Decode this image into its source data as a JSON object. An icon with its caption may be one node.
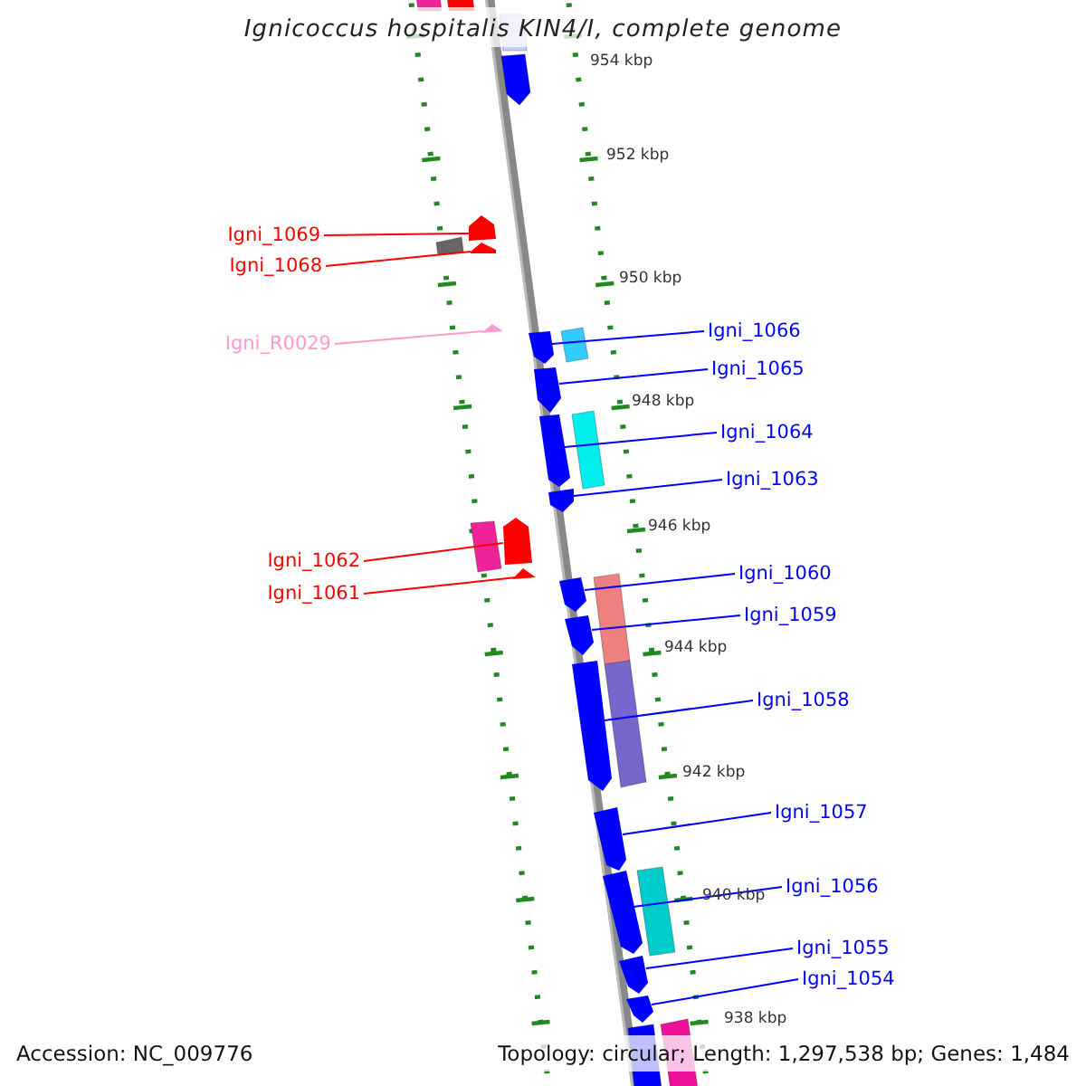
{
  "diagram": {
    "title": "Ignicoccus hospitalis KIN4/I, complete genome",
    "nodes": [
      {
        "text": [
          "Igni_1069"
        ]
      },
      {
        "text": [
          "Igni_1068"
        ]
      },
      {
        "text": [
          "Igni_R0029"
        ]
      },
      {
        "text": [
          "Igni_1062"
        ]
      },
      {
        "text": [
          "Igni_1061"
        ]
      },
      {
        "text": [
          "Igni_1066"
        ]
      },
      {
        "text": [
          "Igni_1065"
        ]
      },
      {
        "text": [
          "Igni_1064"
        ]
      },
      {
        "text": [
          "Igni_1063"
        ]
      },
      {
        "text": [
          "Igni_1060"
        ]
      },
      {
        "text": [
          "Igni_1059"
        ]
      },
      {
        "text": [
          "Igni_1058"
        ]
      },
      {
        "text": [
          "Igni_1057"
        ]
      },
      {
        "text": [
          "Igni_1056"
        ]
      },
      {
        "text": [
          "Igni_1055"
        ]
      },
      {
        "text": [
          "Igni_1054"
        ]
      },
      {
        "text": [],
        "shape": "bar"
      },
      {
        "text": [],
        "shape": "bar"
      },
      {
        "text": [],
        "shape": "bar"
      },
      {
        "text": [],
        "shape": "bar"
      },
      {
        "text": [],
        "shape": "bar"
      },
      {
        "text": [],
        "shape": "bar"
      },
      {
        "text": [],
        "shape": "bar"
      },
      {
        "text": [],
        "shape": "bar"
      },
      {
        "text": [],
        "shape": "bar"
      },
      {
        "text": [],
        "shape": "bar"
      },
      {
        "text": [],
        "shape": "bar"
      },
      {
        "text": [],
        "shape": "bar"
      },
      {
        "text": [],
        "shape": "bar"
      },
      {
        "text": [],
        "shape": "bar"
      },
      {
        "text": [],
        "shape": "bar"
      },
      {
        "text": [],
        "shape": "bar"
      }
    ],
    "edges": [
      {
        "from": 0,
        "to": 16,
        "arrow": "none",
        "color": "#ff0000"
      },
      {
        "from": 1,
        "to": 17,
        "arrow": "none",
        "color": "#ff0000"
      },
      {
        "from": 2,
        "to": 18,
        "arrow": "none",
        "color": "#ff99cc"
      },
      {
        "from": 3,
        "to": 19,
        "arrow": "none",
        "color": "#ff0000"
      },
      {
        "from": 4,
        "to": 20,
        "arrow": "none",
        "color": "#ff0000"
      },
      {
        "from": 5,
        "to": 21,
        "arrow": "none"
      },
      {
        "from": 6,
        "to": 22,
        "arrow": "none"
      },
      {
        "from": 7,
        "to": 23,
        "arrow": "none"
      },
      {
        "from": 8,
        "to": 24,
        "arrow": "none"
      },
      {
        "from": 9,
        "to": 25,
        "arrow": "none"
      },
      {
        "from": 10,
        "to": 26,
        "arrow": "none"
      },
      {
        "from": 11,
        "to": 27,
        "arrow": "none"
      },
      {
        "from": 12,
        "to": 28,
        "arrow": "none"
      },
      {
        "from": 13,
        "to": 29,
        "arrow": "none"
      },
      {
        "from": 14,
        "to": 30,
        "arrow": "none"
      },
      {
        "from": 15,
        "to": 31,
        "arrow": "none"
      }
    ],
    "labels": [
      "954 kbp",
      "952 kbp",
      "950 kbp",
      "948 kbp",
      "946 kbp",
      "944 kbp",
      "942 kbp",
      "940 kbp",
      "938 kbp",
      "Accession: NC_009776",
      "Topology: circular; Length: 1,297,538 bp; Genes: 1,484"
    ]
  }
}
